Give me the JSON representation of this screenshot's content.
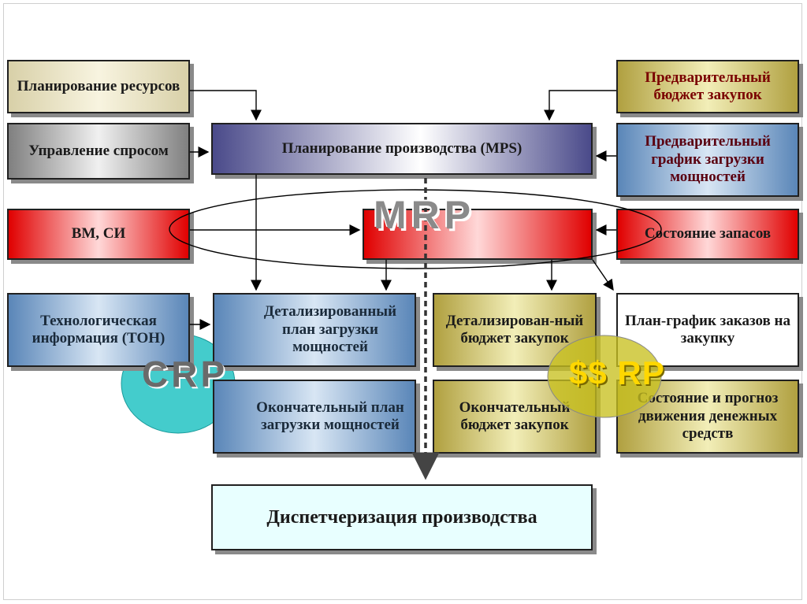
{
  "diagram": {
    "boxes": {
      "resource_planning": "Планирование ресурсов",
      "demand_management": "Управление спросом",
      "bm_si": "BM, СИ",
      "tech_info": "Технологическая информация (ТОН)",
      "mps": "Планирование производства (MPS)",
      "prelim_budget": "Предварительный бюджет закупок",
      "prelim_capacity": "Предварительный график загрузки мощностей",
      "inventory_status": "Состояние запасов",
      "detailed_capacity": "Детализированный план загрузки мощностей",
      "final_capacity": "Окончательный план загрузки мощностей",
      "detailed_budget": "Детализирован-ный бюджет закупок",
      "final_budget": "Окончательный бюджет закупок",
      "purchase_schedule": "План-график заказов на закупку",
      "cash_flow": "Состояние и прогноз движения денежных средств",
      "dispatching": "Диспетчеризация производства"
    },
    "labels": {
      "mrp": "MRP",
      "crp": "CRP",
      "srp": "$$ RP"
    }
  },
  "colors": {
    "beige": "#f8f4e0",
    "red": "#e00000",
    "olive": "#b0a040",
    "blue": "#5a86b8",
    "crp_circle": "#3ec8c8",
    "srp_circle": "#c8c020"
  }
}
